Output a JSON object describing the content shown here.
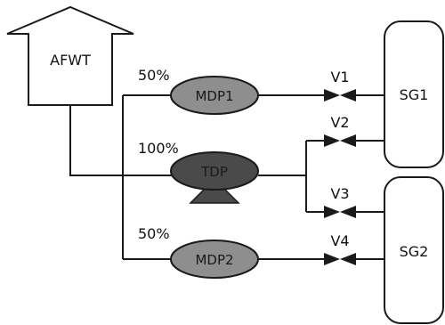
{
  "tank": {
    "label": "AFWT"
  },
  "pumps": [
    {
      "label": "MDP1",
      "capacity": "50%",
      "fill": "#8e8e8e"
    },
    {
      "label": "TDP",
      "capacity": "100%",
      "fill": "#4a4a4a"
    },
    {
      "label": "MDP2",
      "capacity": "50%",
      "fill": "#8e8e8e"
    }
  ],
  "valves": [
    {
      "label": "V1"
    },
    {
      "label": "V2"
    },
    {
      "label": "V3"
    },
    {
      "label": "V4"
    }
  ],
  "steam_generators": [
    {
      "label": "SG1"
    },
    {
      "label": "SG2"
    }
  ],
  "colors": {
    "line": "#1a1a1a",
    "motor_pump": "#8e8e8e",
    "turbine_pump": "#4a4a4a",
    "background": "#ffffff"
  }
}
